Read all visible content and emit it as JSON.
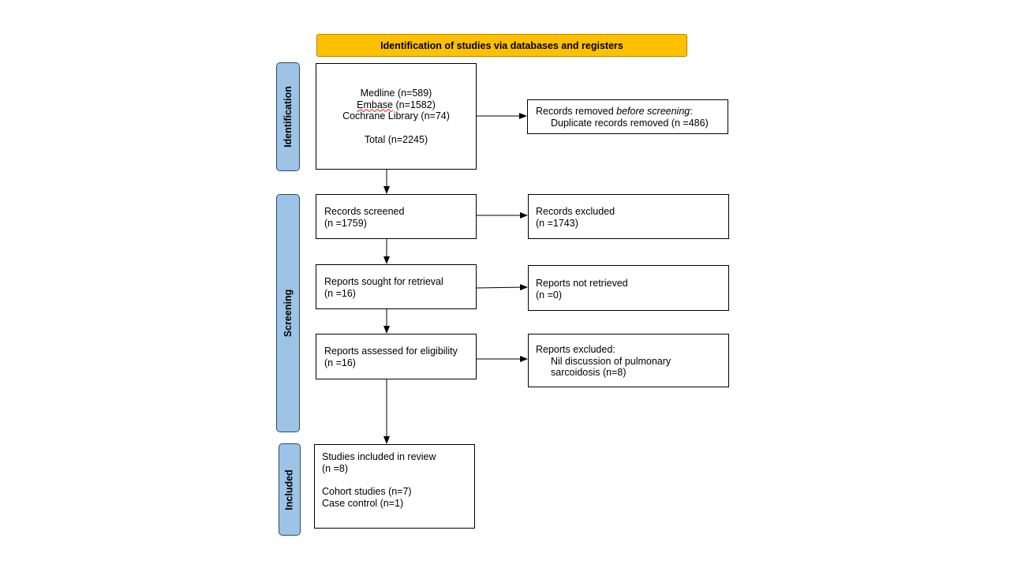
{
  "header": {
    "title": "Identification of studies via databases and registers"
  },
  "phases": {
    "identification": "Identification",
    "screening": "Screening",
    "included": "Included"
  },
  "sources": {
    "medline": "Medline (n=589)",
    "embase_word": "Embase",
    "embase_count": " (n=1582)",
    "cochrane": "Cochrane Library (n=74)",
    "total": "Total (n=2245)"
  },
  "removed": {
    "lead": "Records removed ",
    "lead_italic": "before screening",
    "lead_end": ":",
    "detail": "Duplicate records removed (n =486)"
  },
  "screened": {
    "label": "Records screened",
    "count": "(n =1759)"
  },
  "excluded": {
    "label": "Records excluded",
    "count": "(n =1743)"
  },
  "sought": {
    "label": "Reports sought for retrieval",
    "count": "(n =16)"
  },
  "not_retrieved": {
    "label": "Reports not retrieved",
    "count": "(n =0)"
  },
  "assessed": {
    "label": "Reports assessed for eligibility",
    "count": "(n =16)"
  },
  "reports_excluded": {
    "label": "Reports excluded:",
    "reason_line1": "Nil discussion of pulmonary",
    "reason_line2": "sarcoidosis (n=8)"
  },
  "included": {
    "label": "Studies included in review",
    "count": "(n =8)",
    "cohort": "Cohort studies (n=7)",
    "case_control": "Case control (n=1)"
  }
}
